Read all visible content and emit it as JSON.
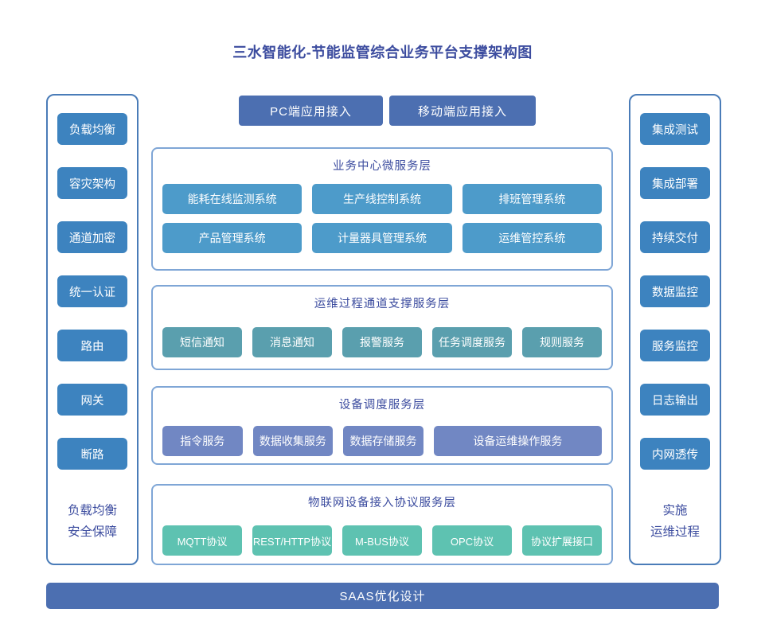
{
  "title": "三水智能化-节能监管综合业务平台支撑架构图",
  "top_access": {
    "pc_label": "PC端应用接入",
    "mobile_label": "移动端应用接入"
  },
  "left_sidebar": {
    "items": [
      "负载均衡",
      "容灾架构",
      "通道加密",
      "统一认证",
      "路由",
      "网关",
      "断路"
    ],
    "caption_line1": "负载均衡",
    "caption_line2": "安全保障"
  },
  "right_sidebar": {
    "items": [
      "集成测试",
      "集成部署",
      "持续交付",
      "数据监控",
      "服务监控",
      "日志输出",
      "内网透传"
    ],
    "caption_line1": "实施",
    "caption_line2": "运维过程"
  },
  "layers": [
    {
      "title": "业务中心微服务层",
      "rows": [
        [
          "能耗在线监测系统",
          "生产线控制系统",
          "排班管理系统"
        ],
        [
          "产品管理系统",
          "计量器具管理系统",
          "运维管控系统"
        ]
      ]
    },
    {
      "title": "运维过程通道支撑服务层",
      "rows": [
        [
          "短信通知",
          "消息通知",
          "报警服务",
          "任务调度服务",
          "规则服务"
        ]
      ]
    },
    {
      "title": "设备调度服务层",
      "rows": [
        [
          "指令服务",
          "数据收集服务",
          "数据存储服务",
          "设备运维操作服务"
        ]
      ]
    },
    {
      "title": "物联网设备接入协议服务层",
      "rows": [
        [
          "MQTT协议",
          "REST/HTTP协议",
          "M-BUS协议",
          "OPC协议",
          "协议扩展接口"
        ]
      ]
    }
  ],
  "bottom_bar_label": "SAAS优化设计",
  "colors": {
    "heading_text": "#3c4c9f",
    "sidebar_box": "#3d83bf",
    "accent_bar": "#4c6fb1",
    "layer1_box": "#4d9bca",
    "layer2_box": "#5a9fae",
    "layer3_box": "#7187c3",
    "layer4_box": "#5ec2b1",
    "sidebar_border": "#4a7cb8",
    "panel_border": "#7fa6d6"
  }
}
